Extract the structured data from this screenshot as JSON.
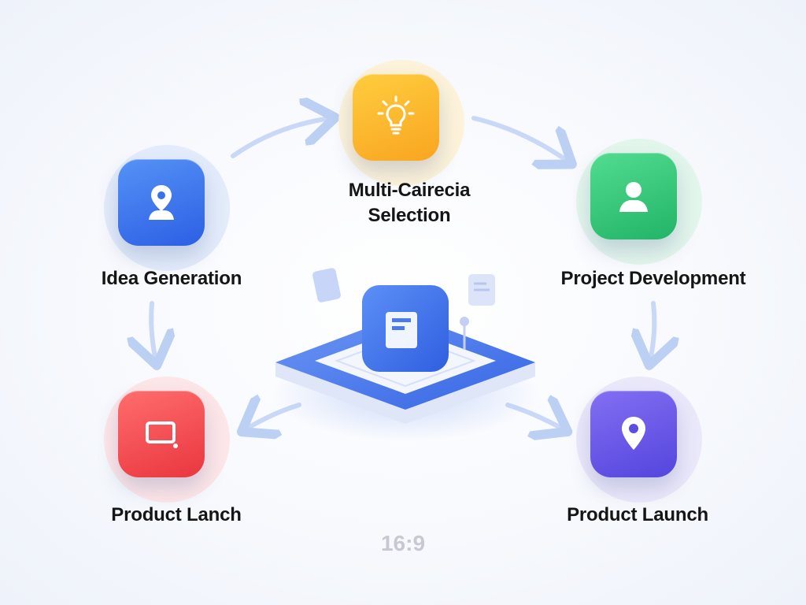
{
  "diagram": {
    "nodes": {
      "idea_generation": {
        "label": "Idea Generation",
        "icon": "map-pin-user-icon",
        "color_top": "#4d8cf5",
        "color_bottom": "#2f63e6",
        "halo": "#e3ecfb"
      },
      "multi_criteria": {
        "label_line1": "Multi-Cairecia",
        "label_line2": "Selection",
        "icon": "lightbulb-icon",
        "color_top": "#ffc83a",
        "color_bottom": "#fba81f",
        "halo": "#fdf3da"
      },
      "project_development": {
        "label": "Project Development",
        "icon": "user-icon",
        "color_top": "#4fdb8d",
        "color_bottom": "#25b86a",
        "halo": "#e3f6ec"
      },
      "product_lanch": {
        "label": "Product Lanch",
        "icon": "monitor-icon",
        "color_top": "#ff6b6b",
        "color_bottom": "#ec3a44",
        "halo": "#fde6e8"
      },
      "product_launch": {
        "label": "Product Launch",
        "icon": "location-pin-icon",
        "color_top": "#7f6cf2",
        "color_bottom": "#5a4de0",
        "halo": "#ebe8fb"
      }
    },
    "center_hub": {
      "icon": "document-cube-icon",
      "accent": "#3f74ea"
    },
    "connector_color": "#bcd0f3"
  },
  "aspect_label": "16:9"
}
